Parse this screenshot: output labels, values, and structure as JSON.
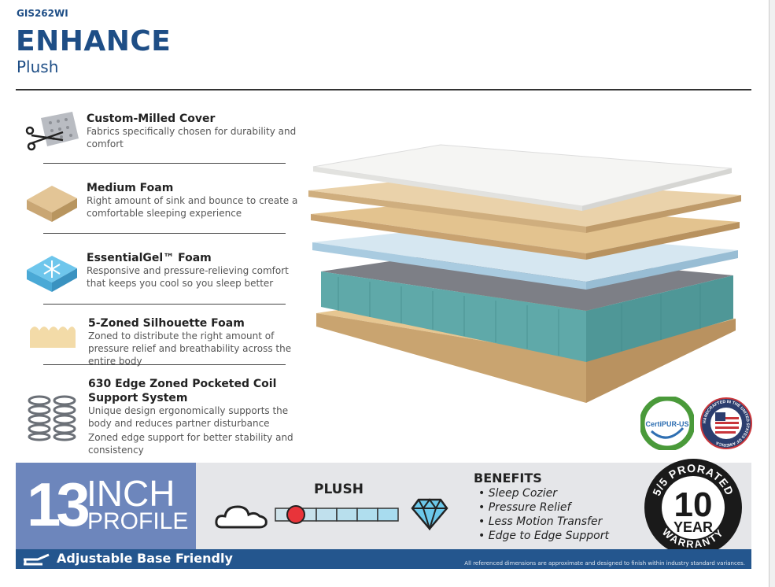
{
  "header": {
    "sku": "GIS262WI",
    "title": "ENHANCE",
    "subtitle": "Plush"
  },
  "features": [
    {
      "icon": "scissors-fabric-icon",
      "title": "Custom-Milled Cover",
      "desc": "Fabrics specifically chosen for durability and comfort"
    },
    {
      "icon": "foam-block-icon",
      "title": "Medium Foam",
      "desc": "Right amount of sink and bounce to create a comfortable sleeping experience"
    },
    {
      "icon": "gel-snowflake-icon",
      "title": "EssentialGel™ Foam",
      "desc": "Responsive and pressure-relieving comfort that keeps you cool so you sleep better"
    },
    {
      "icon": "zoned-foam-icon",
      "title": "5-Zoned Silhouette Foam",
      "desc": "Zoned to distribute the right amount of pressure relief and breathability across the entire body"
    },
    {
      "icon": "coil-icon",
      "title": "630 Edge Zoned Pocketed Coil Support System",
      "desc": "Unique design ergonomically supports the body and reduces partner disturbance",
      "desc2": "Zoned edge support for better stability and consistency"
    }
  ],
  "badges": {
    "certipur": "CertiPUR-US",
    "usa": "HANDCRAFTED IN THE UNITED STATES OF AMERICA"
  },
  "profile": {
    "number": "13",
    "unit": "INCH",
    "label": "PROFILE"
  },
  "comfort": {
    "label": "PLUSH",
    "scale_segments": 6,
    "position": 1,
    "colors": {
      "marker": "#e8343a",
      "bar": "#a8dcef"
    }
  },
  "benefits": {
    "title": "BENEFITS",
    "items": [
      "Sleep Cozier",
      "Pressure Relief",
      "Less Motion Transfer",
      "Edge to Edge Support"
    ]
  },
  "warranty": {
    "top": "5/5 PRORATED",
    "number": "10",
    "unit": "YEAR",
    "bottom": "WARRANTY"
  },
  "footer": {
    "adjustable": "Adjustable Base Friendly",
    "disclaimer": "All referenced dimensions are approximate and designed to finish within industry standard variances."
  },
  "colors": {
    "brand": "#1e4e86",
    "profile_bg": "#6d86bc",
    "band_bg": "#e5e6e9",
    "bar_bg": "#24568e"
  }
}
